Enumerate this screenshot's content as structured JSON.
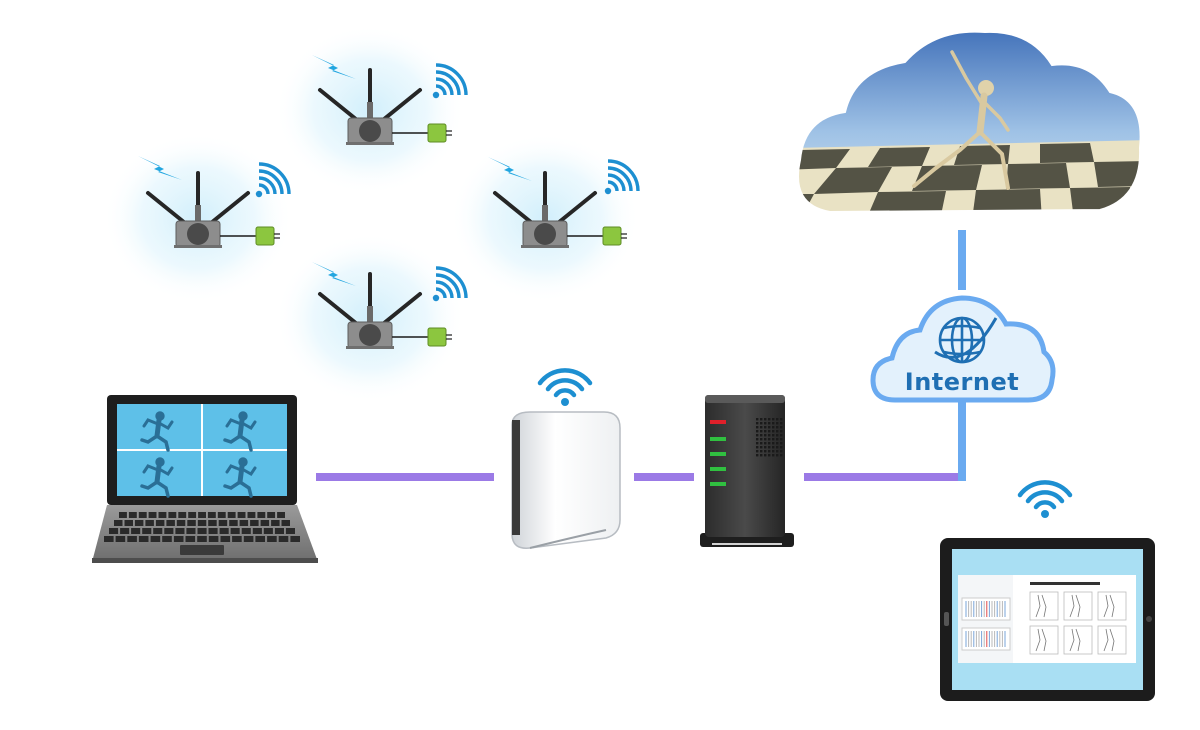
{
  "diagram": {
    "internet_label": "Internet",
    "colors": {
      "lan_line": "#9b7ae6",
      "wan_line": "#6aaaf0",
      "wifi": "#1d8fd1",
      "bolt": "#22a6e0",
      "device_glow": "#d8f0fb",
      "cloud_fill": "#e3f1fc",
      "cloud_stroke": "#6aaaf0"
    },
    "nodes": [
      {
        "name": "sensor-hub-top",
        "icon": "sensor-hub-icon"
      },
      {
        "name": "sensor-hub-left",
        "icon": "sensor-hub-icon"
      },
      {
        "name": "sensor-hub-right",
        "icon": "sensor-hub-icon"
      },
      {
        "name": "sensor-hub-bottom",
        "icon": "sensor-hub-icon"
      },
      {
        "name": "laptop",
        "icon": "laptop-icon"
      },
      {
        "name": "wifi-router",
        "icon": "router-icon"
      },
      {
        "name": "modem",
        "icon": "modem-icon"
      },
      {
        "name": "internet",
        "icon": "globe-icon"
      },
      {
        "name": "cloud-3d-view",
        "icon": "cloud-icon"
      },
      {
        "name": "tablet",
        "icon": "tablet-icon"
      }
    ]
  }
}
